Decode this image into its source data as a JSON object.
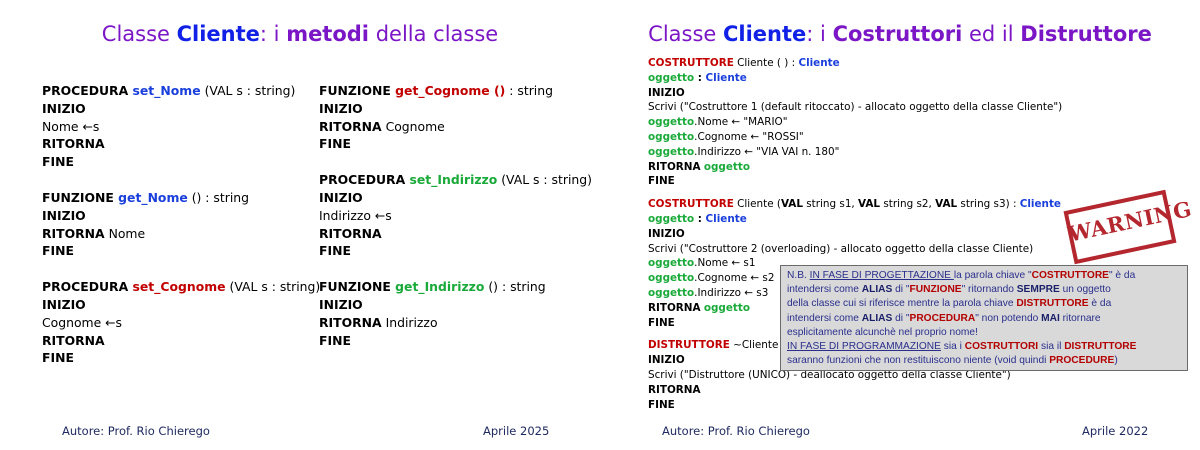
{
  "left": {
    "title": {
      "p1": "Classe ",
      "p2": "Cliente",
      "p3": ": i ",
      "p4": "metodi",
      "p5": " della classe"
    },
    "col1": {
      "set_nome": {
        "kw": "PROCEDURA ",
        "name": "set_Nome",
        "args": " (VAL s : string)",
        "inizio": "INIZIO",
        "body": "Nome ←s",
        "ritorna": "RITORNA",
        "fine": "FINE"
      },
      "get_nome": {
        "kw": "FUNZIONE ",
        "name": "get_Nome",
        "args": " () : string",
        "inizio": "INIZIO",
        "ritorna": "RITORNA",
        "ret": " Nome",
        "fine": "FINE"
      },
      "set_cognome": {
        "kw": "PROCEDURA ",
        "name": "set_Cognome",
        "args": " (VAL s : string)",
        "inizio": "INIZIO",
        "body": "Cognome ←s",
        "ritorna": "RITORNA",
        "fine": "FINE"
      }
    },
    "col2": {
      "get_cognome": {
        "kw": "FUNZIONE ",
        "name": "get_Cognome ()",
        "args": " : string",
        "inizio": "INIZIO",
        "ritorna": "RITORNA",
        "ret": " Cognome",
        "fine": "FINE"
      },
      "set_indirizzo": {
        "kw": "PROCEDURA ",
        "name": "set_Indirizzo",
        "args": " (VAL s : string)",
        "inizio": "INIZIO",
        "body": "Indirizzo ←s",
        "ritorna": "RITORNA",
        "fine": "FINE"
      },
      "get_indirizzo": {
        "kw": "FUNZIONE ",
        "name": "get_Indirizzo",
        "args": " () : string",
        "inizio": "INIZIO",
        "ritorna": "RITORNA",
        "ret": " Indirizzo",
        "fine": "FINE"
      }
    },
    "footer": {
      "author": "Autore: Prof. Rio Chierego",
      "date": "Aprile 2025"
    }
  },
  "right": {
    "title": {
      "p1": "Classe ",
      "p2": "Cliente",
      "p3": ": i ",
      "p4": "Costruttori",
      "p5": " ed il ",
      "p6": "Distruttore"
    },
    "c1": {
      "kw": "COSTRUTTORE",
      "sig": " Cliente ( ) : ",
      "type": "Cliente",
      "obj": "oggetto",
      "objsep": " : ",
      "objtype": "Cliente",
      "inizio": "INIZIO",
      "scrivi": "Scrivi (\"Costruttore 1 (default ritoccato) - allocato oggetto della classe Cliente\")",
      "a1": ".Nome ← \"MARIO\"",
      "a2": ".Cognome ← \"ROSSI\"",
      "a3": ".Indirizzo ← \"VIA VAI n. 180\"",
      "ritorna": "RITORNA",
      "fine": "FINE"
    },
    "c2": {
      "kw": "COSTRUTTORE",
      "sig1": " Cliente (",
      "val": "VAL",
      "sig2": " string s1, ",
      "sig3": " string s2, ",
      "sig4": " string s3) : ",
      "type": "Cliente",
      "inizio": "INIZIO",
      "scrivi": "Scrivi (\"Costruttore 2 (overloading) - allocato oggetto della classe Cliente)",
      "a1": ".Nome ← s1",
      "a2": ".Cognome ← s2",
      "a3": ".Indirizzo ← s3",
      "fine": "FINE"
    },
    "d": {
      "kw": "DISTRUTTORE",
      "sig": " ~Cliente ( )",
      "inizio": "INIZIO",
      "scrivi": "Scrivi (\"Distruttore (UNICO) - deallocato oggetto della classe Cliente\")",
      "ritorna": "RITORNA",
      "fine": "FINE"
    },
    "stamp": "WARNING",
    "note": {
      "l1a": "N.B. ",
      "l1b": "IN FASE DI PROGETTAZIONE ",
      "l1c": "la parola chiave \"",
      "l1d": "COSTRUTTORE",
      "l1e": "\" è da",
      "l2a": "intendersi come ",
      "l2b": "ALIAS",
      "l2c": " di \"",
      "l2d": "FUNZIONE",
      "l2e": "\" ritornando ",
      "l2f": "SEMPRE",
      "l2g": " un oggetto",
      "l3a": "della classe cui si riferisce mentre la parola chiave ",
      "l3b": "DISTRUTTORE",
      "l3c": " è da",
      "l4a": "intendersi come ",
      "l4b": "ALIAS",
      "l4c": " di \"",
      "l4d": "PROCEDURA",
      "l4e": "\" non potendo ",
      "l4f": "MAI",
      "l4g": " ritornare",
      "l5": "esplicitamente alcunchè nel proprio nome!",
      "l6a": "IN FASE DI PROGRAMMAZIONE",
      "l6b": " sia i ",
      "l6c": "COSTRUTTORI",
      "l6d": " sia il ",
      "l6e": "DISTRUTTORE",
      "l7a": "saranno funzioni che non restituiscono niente (void quindi ",
      "l7b": "PROCEDURE",
      "l7c": ")"
    },
    "footer": {
      "author": "Autore: Prof. Rio Chierego",
      "date": "Aprile 2022"
    }
  }
}
